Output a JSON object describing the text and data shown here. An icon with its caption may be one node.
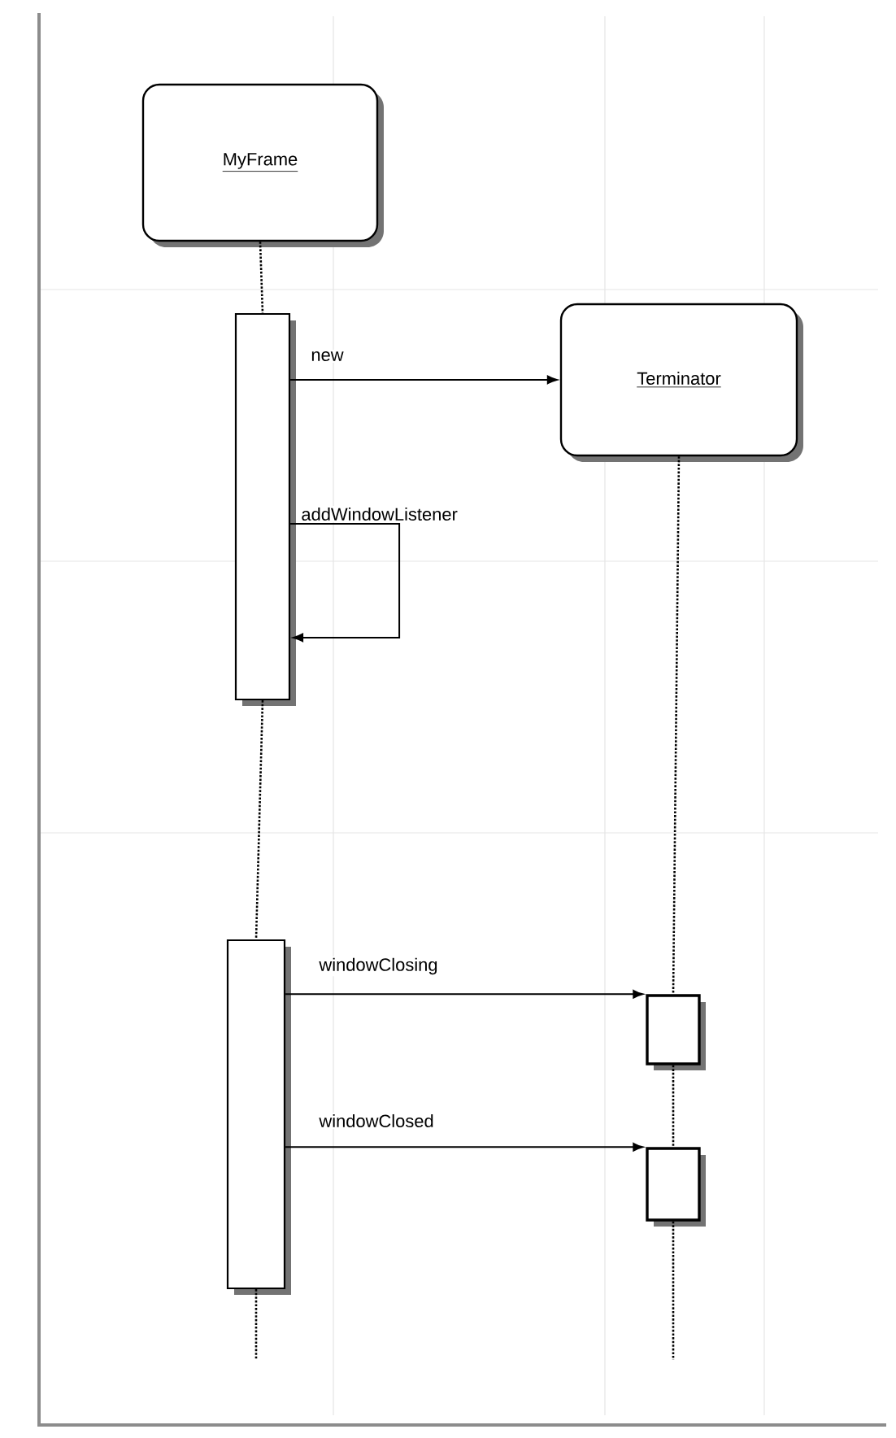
{
  "diagram": {
    "nodes": [
      {
        "text": [
          "MyFrame"
        ]
      },
      {
        "text": [
          "Terminator"
        ]
      },
      {
        "text": [],
        "shape": "bar"
      },
      {
        "text": [],
        "shape": "bar"
      },
      {
        "text": [],
        "shape": "box"
      },
      {
        "text": [],
        "shape": "box"
      }
    ],
    "edges": [
      {
        "from": 0,
        "to": 2,
        "arrow": "none",
        "style": "dashed"
      },
      {
        "from": 2,
        "to": 1,
        "arrow": "to",
        "label": "new"
      },
      {
        "from": 2,
        "to": 2,
        "arrow": "to",
        "label": "addWindowListener"
      },
      {
        "from": 2,
        "to": 3,
        "arrow": "none",
        "style": "dashed"
      },
      {
        "from": 1,
        "to": 4,
        "arrow": "none",
        "style": "dashed"
      },
      {
        "from": 3,
        "to": 4,
        "arrow": "to",
        "label": "windowClosing"
      },
      {
        "from": 4,
        "to": 5,
        "arrow": "none",
        "style": "dashed"
      },
      {
        "from": 3,
        "to": 5,
        "arrow": "to",
        "label": "windowClosed"
      }
    ]
  }
}
